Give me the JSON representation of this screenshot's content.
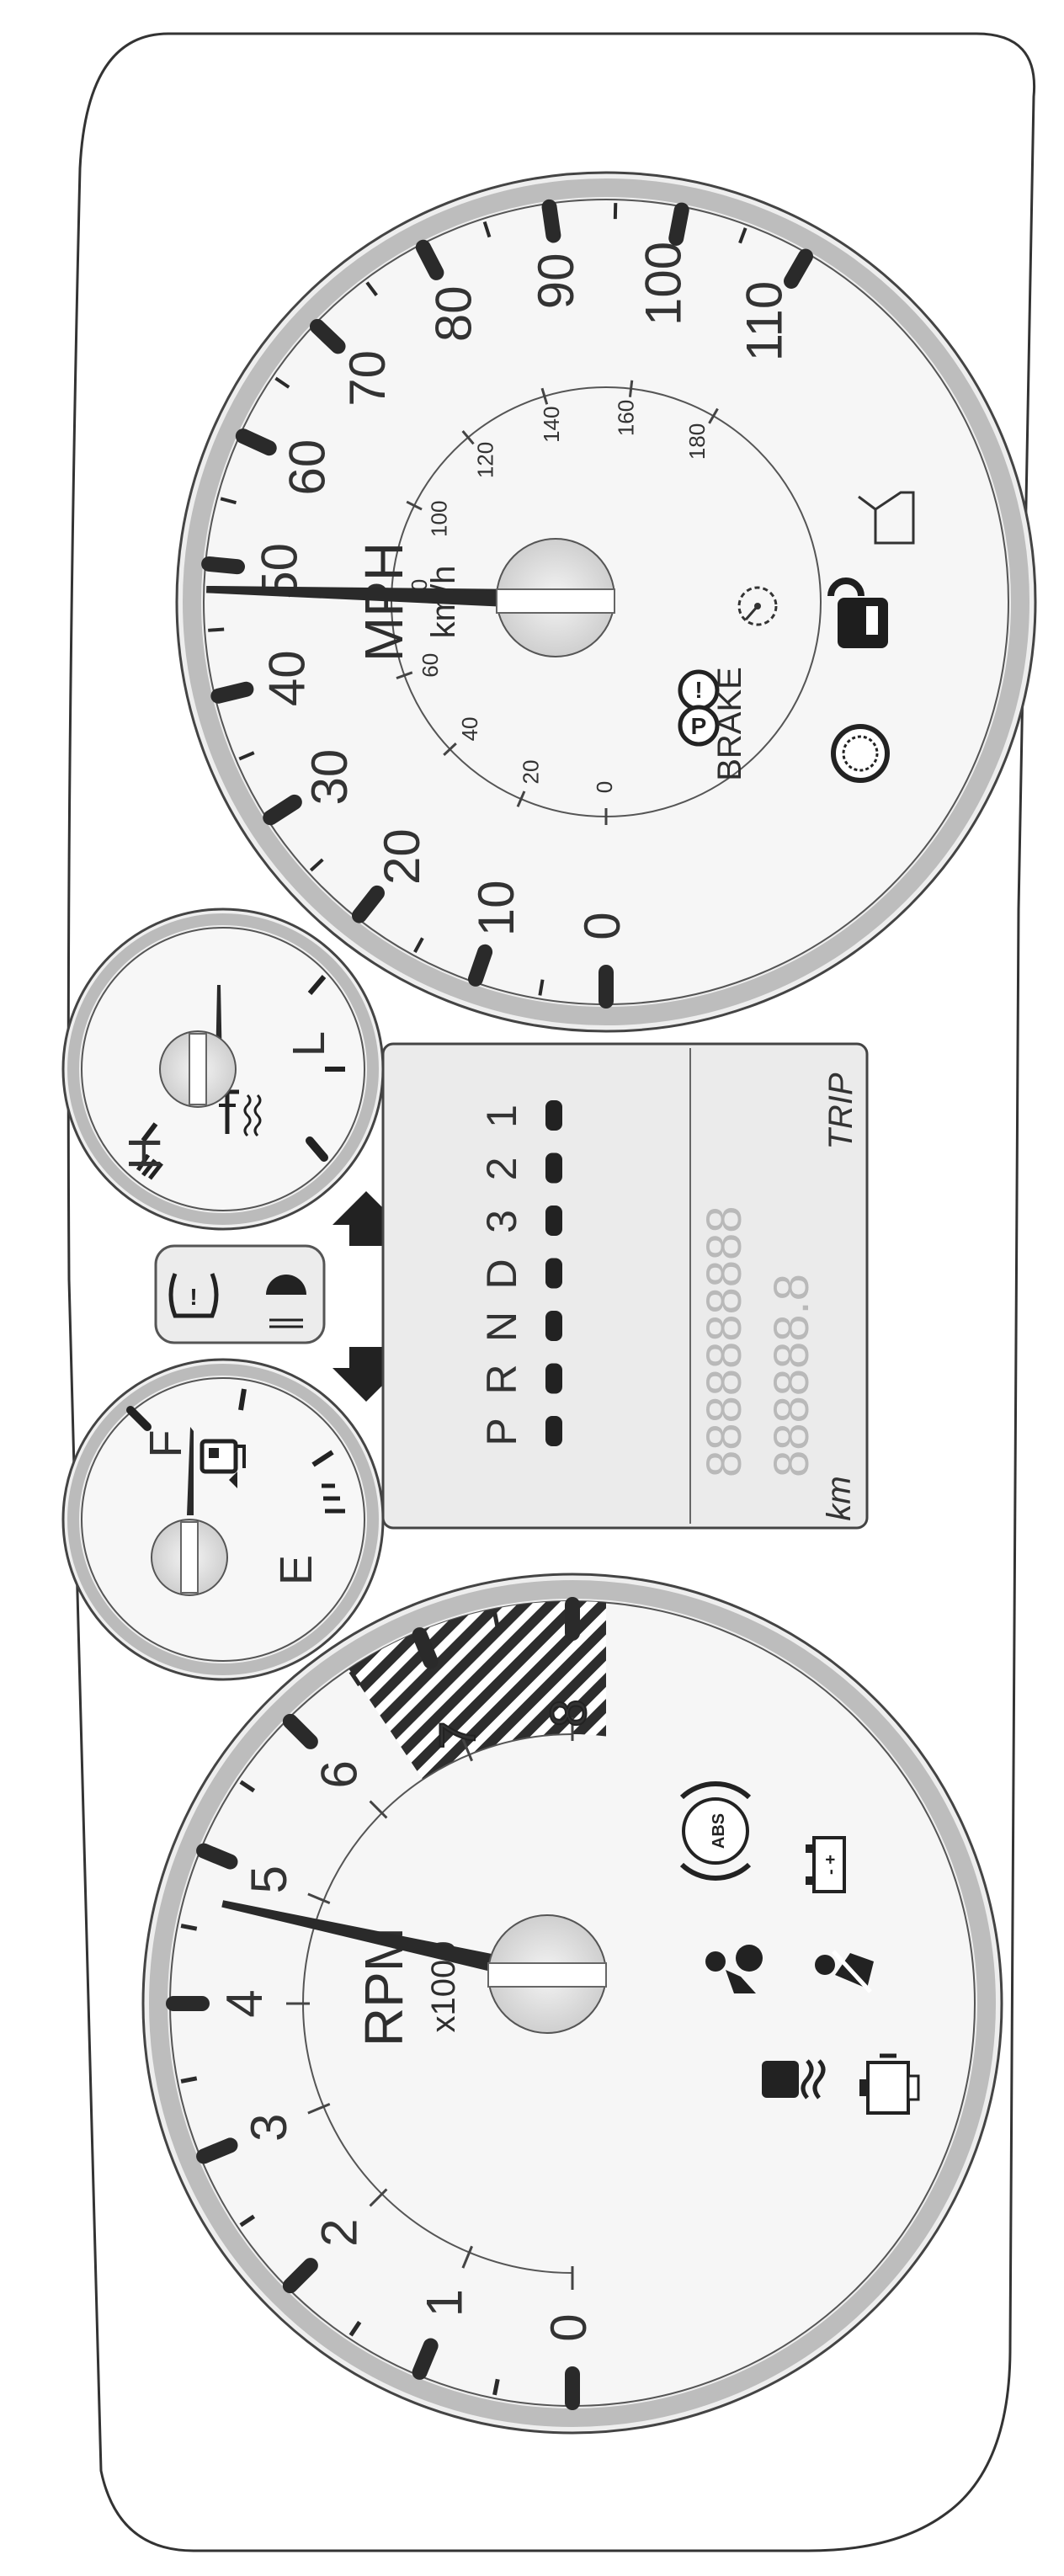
{
  "speedometer": {
    "mph_labels": [
      {
        "text": "0",
        "value": 0
      },
      {
        "text": "10",
        "value": 10
      },
      {
        "text": "20",
        "value": 20
      },
      {
        "text": "30",
        "value": 30
      },
      {
        "text": "40",
        "value": 40
      },
      {
        "text": "50",
        "value": 50
      },
      {
        "text": "60",
        "value": 60
      },
      {
        "text": "70",
        "value": 70
      },
      {
        "text": "80",
        "value": 80
      },
      {
        "text": "90",
        "value": 90
      },
      {
        "text": "100",
        "value": 100
      },
      {
        "text": "110",
        "value": 110
      }
    ],
    "kmh_labels": [
      {
        "text": "0",
        "value": 0
      },
      {
        "text": "20",
        "value": 20
      },
      {
        "text": "40",
        "value": 40
      },
      {
        "text": "60",
        "value": 60
      },
      {
        "text": "80",
        "value": 80
      },
      {
        "text": "100",
        "value": 100
      },
      {
        "text": "120",
        "value": 120
      },
      {
        "text": "140",
        "value": 140
      },
      {
        "text": "160",
        "value": 160
      },
      {
        "text": "180",
        "value": 180
      }
    ],
    "unit_main": "MPH",
    "unit_sub": "km/h",
    "needle_mph": 48
  },
  "tachometer": {
    "labels": [
      {
        "text": "0",
        "value": 0
      },
      {
        "text": "1",
        "value": 1
      },
      {
        "text": "2",
        "value": 2
      },
      {
        "text": "3",
        "value": 3
      },
      {
        "text": "4",
        "value": 4
      },
      {
        "text": "5",
        "value": 5
      },
      {
        "text": "6",
        "value": 6
      },
      {
        "text": "7",
        "value": 7
      },
      {
        "text": "8",
        "value": 8
      }
    ],
    "unit_main": "RPM",
    "unit_sub": "x1000",
    "needle_krpm": 4.55,
    "redline_krpm": 6.5
  },
  "temp_gauge": {
    "high_label": "H",
    "low_label": "L",
    "icon": "coolant-temperature-icon"
  },
  "fuel_gauge": {
    "full_label": "F",
    "empty_label": "E",
    "icon": "fuel-pump-icon"
  },
  "center_display": {
    "gears": [
      "P",
      "R",
      "N",
      "D",
      "3",
      "2",
      "1"
    ],
    "segments_row1": "8888888888",
    "segments_row2": "888888.8",
    "unit": "km",
    "mode": "TRIP"
  },
  "warnings": {
    "brake_label": "BRAKE",
    "abs_label": "ABS",
    "battery_label": "- +",
    "icons": [
      "brake-warning-icon",
      "cruise-control-icon",
      "security-lock-icon",
      "door-ajar-icon",
      "trip-reset-knob-icon",
      "abs-warning-icon",
      "battery-icon",
      "airbag-icon",
      "seatbelt-icon",
      "traction-control-icon",
      "check-engine-icon",
      "tire-pressure-icon",
      "headlamp-icon",
      "upshift-arrow-icon",
      "downshift-arrow-icon",
      "high-beam-icon"
    ]
  }
}
